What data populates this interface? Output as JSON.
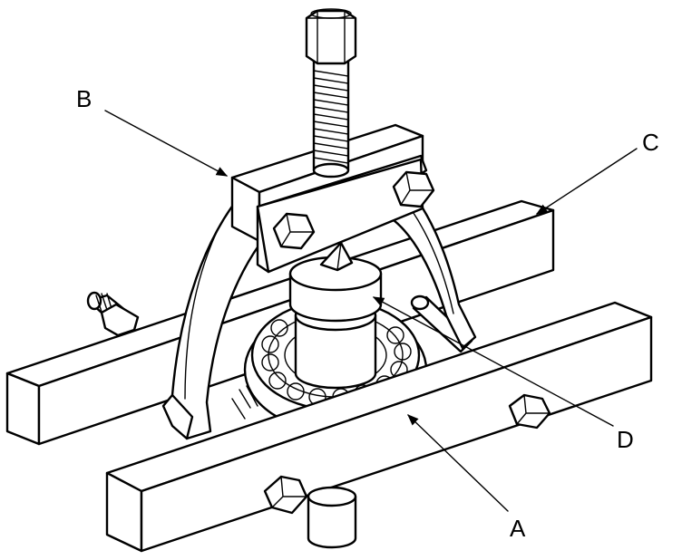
{
  "callouts": {
    "a": "A",
    "b": "B",
    "c": "C",
    "d": "D"
  },
  "colors": {
    "line": "#000000",
    "fill": "#ffffff",
    "background": "#ffffff"
  },
  "icons": {
    "arrowhead": "arrow-icon"
  }
}
